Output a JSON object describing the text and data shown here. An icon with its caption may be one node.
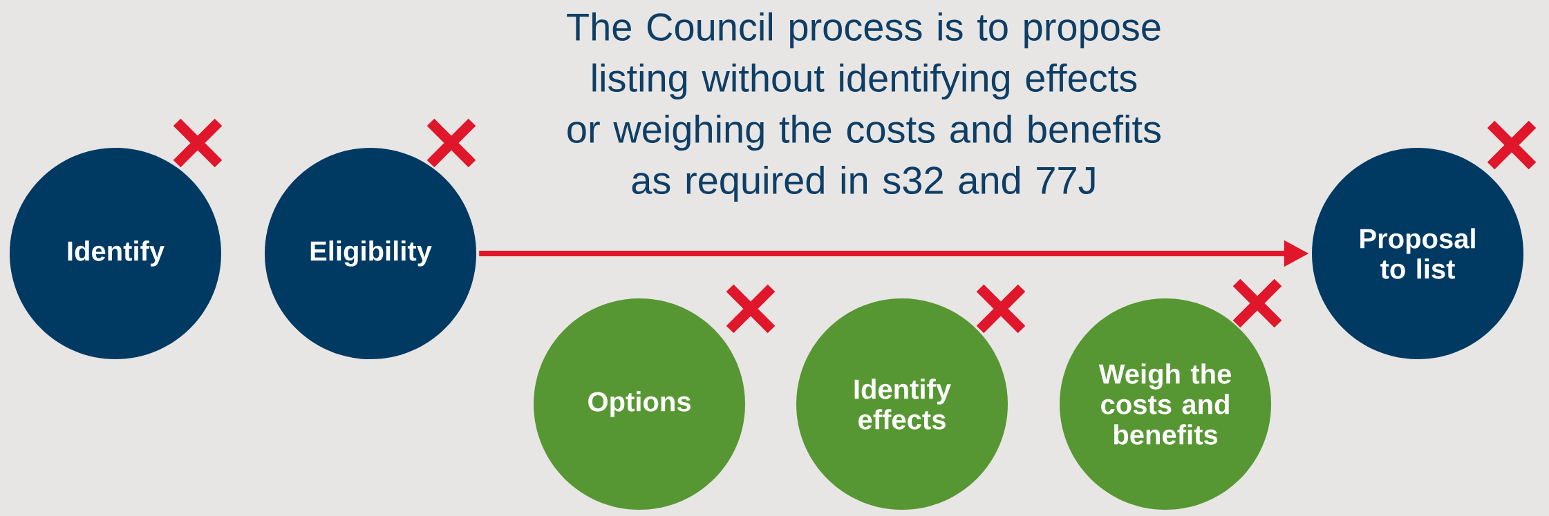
{
  "diagram": {
    "title": "The Council process is to propose listing without identifying effects or weighing the costs and benefits as required in s32 and 77J",
    "nodes": [
      {
        "text": [
          "Identify"
        ]
      },
      {
        "text": [
          "Eligibility"
        ]
      },
      {
        "text": [
          "Proposal to list"
        ]
      },
      {
        "text": [
          "Options"
        ]
      },
      {
        "text": [
          "Identify effects"
        ]
      },
      {
        "text": [
          "Weigh the costs and benefits"
        ]
      }
    ],
    "edges": [
      {
        "from": 1,
        "to": 2,
        "arrow": "to"
      }
    ]
  }
}
